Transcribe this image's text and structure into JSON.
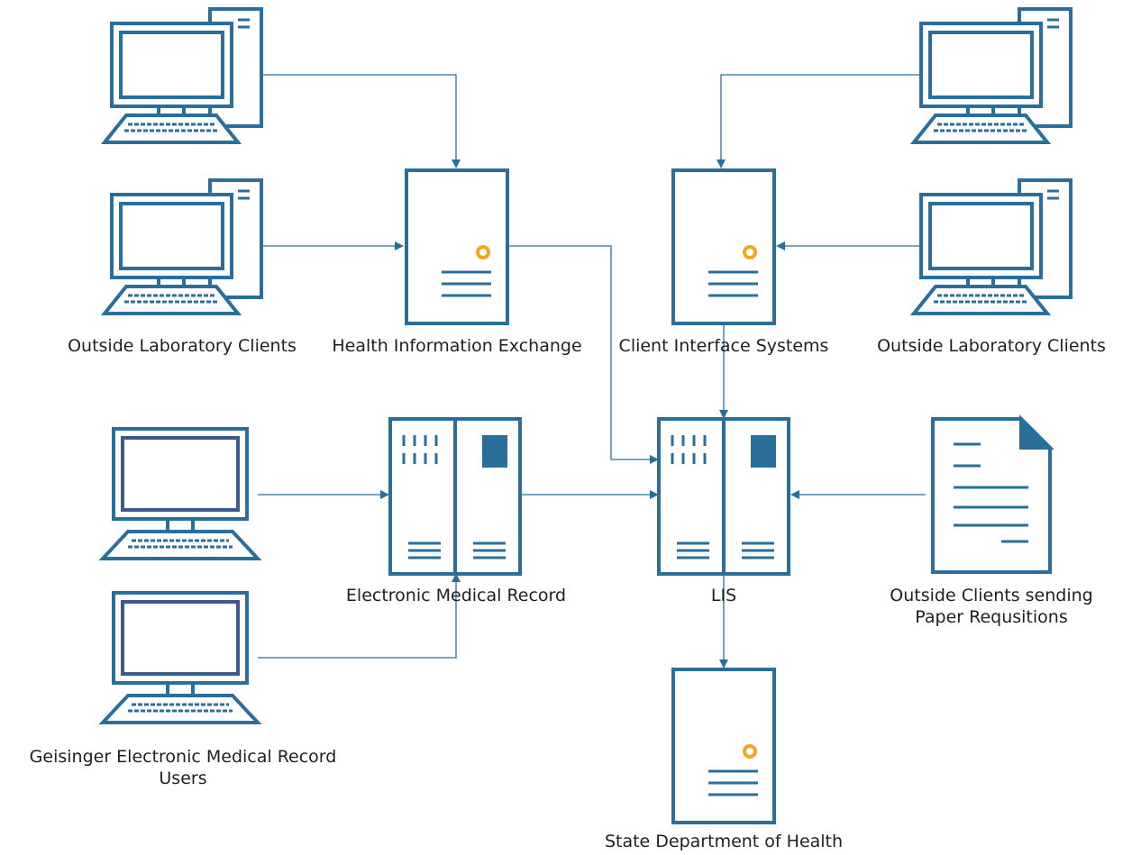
{
  "colors": {
    "stroke": "#2a6f9b",
    "accent": "#f2a71b",
    "screen_outline": "#3d5a8c",
    "text": "#1f1f1f"
  },
  "nodes": {
    "clients_top_left": {
      "icon": "workstation-tower-icon",
      "label": ""
    },
    "clients_mid_left": {
      "icon": "workstation-tower-icon",
      "label": "Outside Laboratory Clients"
    },
    "clients_top_right": {
      "icon": "workstation-tower-icon",
      "label": ""
    },
    "clients_mid_right": {
      "icon": "workstation-tower-icon",
      "label": "Outside Laboratory Clients"
    },
    "hie": {
      "icon": "server-icon",
      "label": "Health Information Exchange"
    },
    "cis": {
      "icon": "server-icon",
      "label": "Client Interface Systems"
    },
    "emr": {
      "icon": "mainframe-icon",
      "label": "Electronic Medical Record"
    },
    "lis": {
      "icon": "mainframe-icon",
      "label": "LIS"
    },
    "emr_users_1": {
      "icon": "monitor-icon",
      "label": ""
    },
    "emr_users_2": {
      "icon": "monitor-icon",
      "label_line1": "Geisinger Electronic Medical Record",
      "label_line2": "Users"
    },
    "paper": {
      "icon": "document-icon",
      "label_line1": "Outside Clients sending",
      "label_line2": "Paper Requsitions"
    },
    "state": {
      "icon": "server-icon",
      "label": "State Department of Health"
    }
  },
  "edges": [
    {
      "from": "clients_top_left",
      "to": "hie"
    },
    {
      "from": "clients_mid_left",
      "to": "hie"
    },
    {
      "from": "clients_top_right",
      "to": "cis"
    },
    {
      "from": "clients_mid_right",
      "to": "cis"
    },
    {
      "from": "hie",
      "to": "lis"
    },
    {
      "from": "cis",
      "to": "lis"
    },
    {
      "from": "emr_users_1",
      "to": "emr"
    },
    {
      "from": "emr_users_2",
      "to": "emr"
    },
    {
      "from": "emr",
      "to": "lis"
    },
    {
      "from": "paper",
      "to": "lis"
    },
    {
      "from": "lis",
      "to": "state"
    }
  ]
}
